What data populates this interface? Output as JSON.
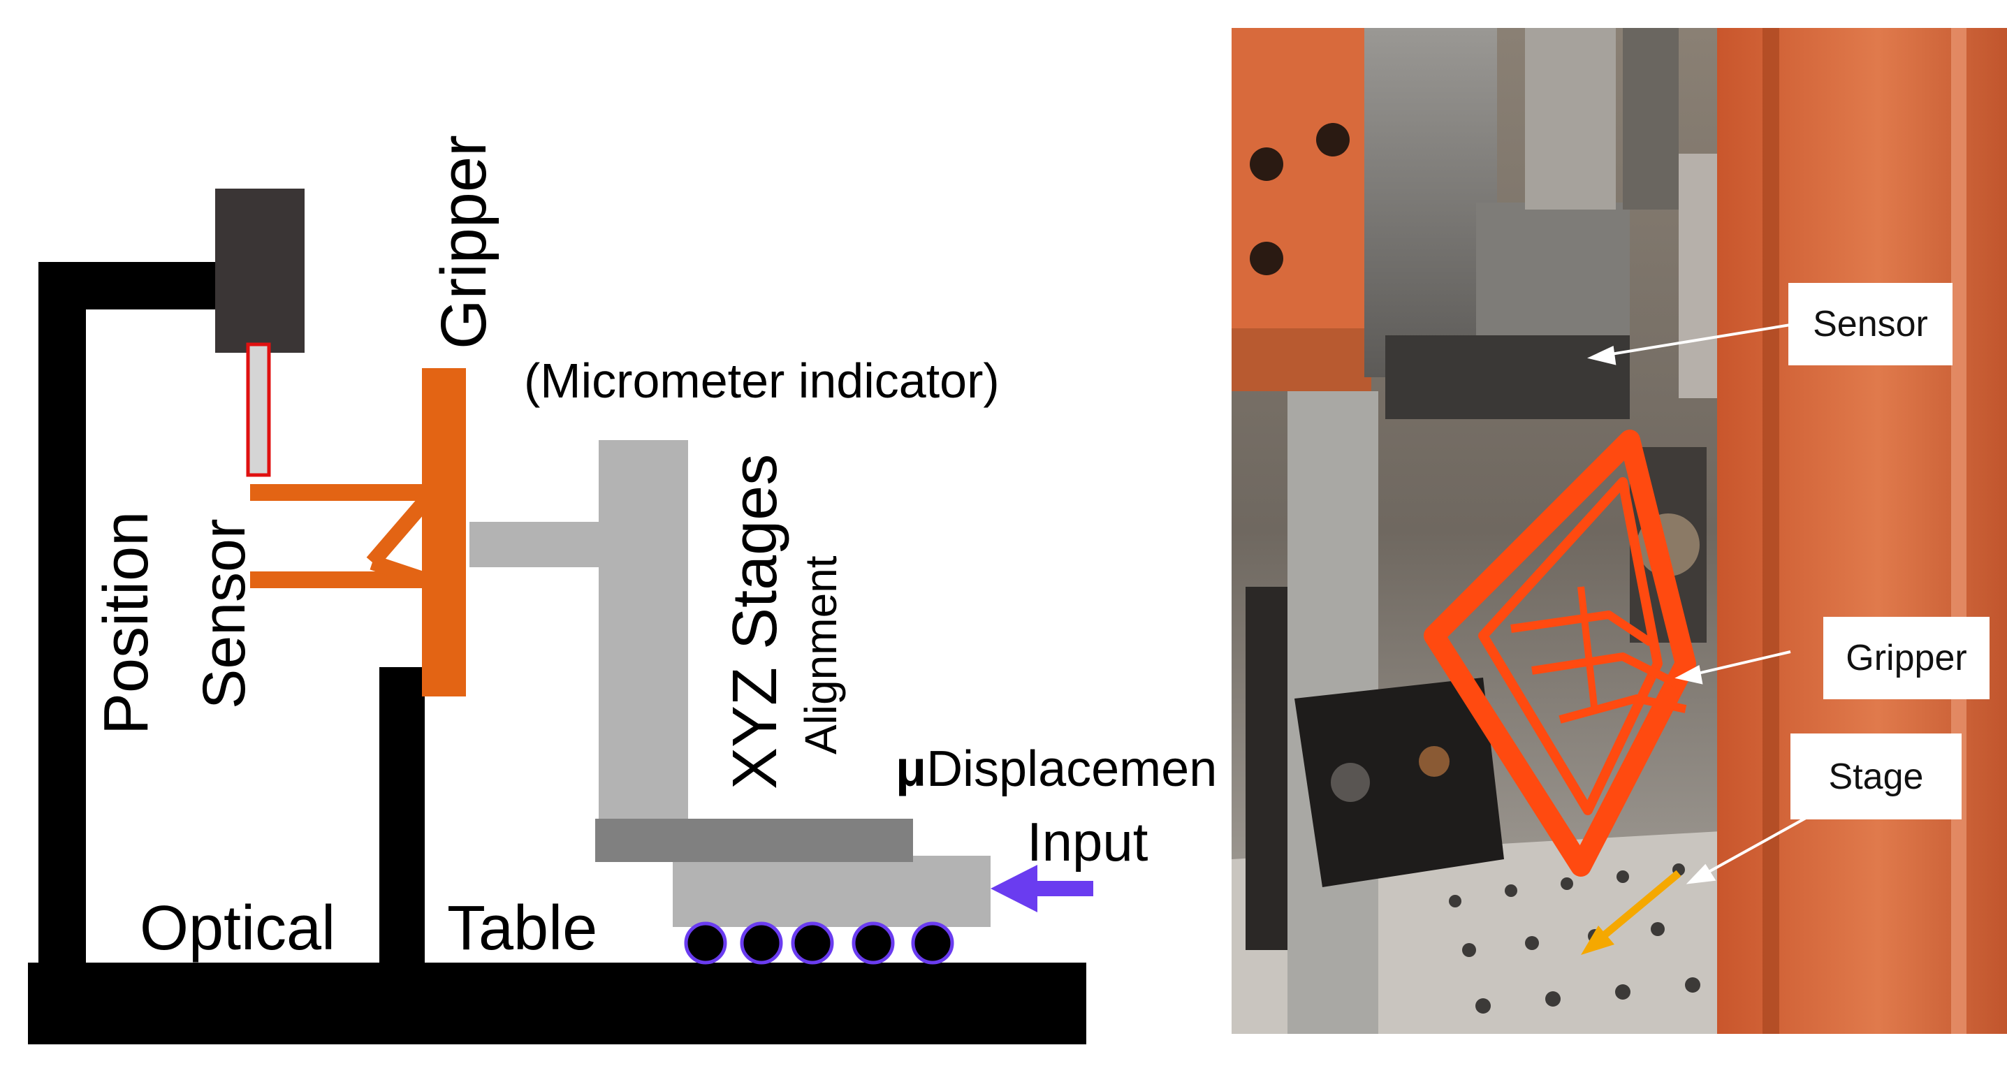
{
  "schematic": {
    "labels": {
      "gripper": "Gripper",
      "micrometer_indicator": "(Micrometer indicator)",
      "sensor": "Sensor",
      "position": "Position",
      "xyz_stages": "XYZ Stages",
      "alignment": "Alignment",
      "mu_symbol": "μ",
      "displacement": "Displacemen",
      "input": "Input",
      "optical": "Optical",
      "table": "Table"
    },
    "colors": {
      "frame": "#000000",
      "sensor_body": "#3a3535",
      "sensor_probe_border": "#e01010",
      "gripper": "#e36414",
      "stage_light": "#b3b3b3",
      "stage_dark": "#808080",
      "ball_bearing_ring": "#6a3cf0",
      "input_arrow": "#6a3cf0"
    }
  },
  "photo": {
    "callouts": {
      "sensor": "Sensor",
      "gripper": "Gripper",
      "stage": "Stage"
    },
    "colors": {
      "frame_orange": "#d9673a",
      "printed_gripper": "#ff4a10",
      "stage_arrow": "#f5a800"
    }
  }
}
